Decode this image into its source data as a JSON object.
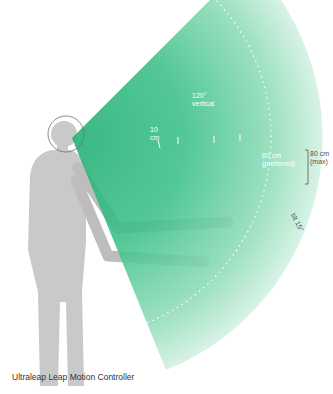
{
  "diagram": {
    "caption": "Ultraleap Leap Motion Controller",
    "labels": [
      "120° vertical",
      "10 cm",
      "60 cm (preferred)",
      "80 cm (max)",
      "tilt 15°"
    ]
  }
}
